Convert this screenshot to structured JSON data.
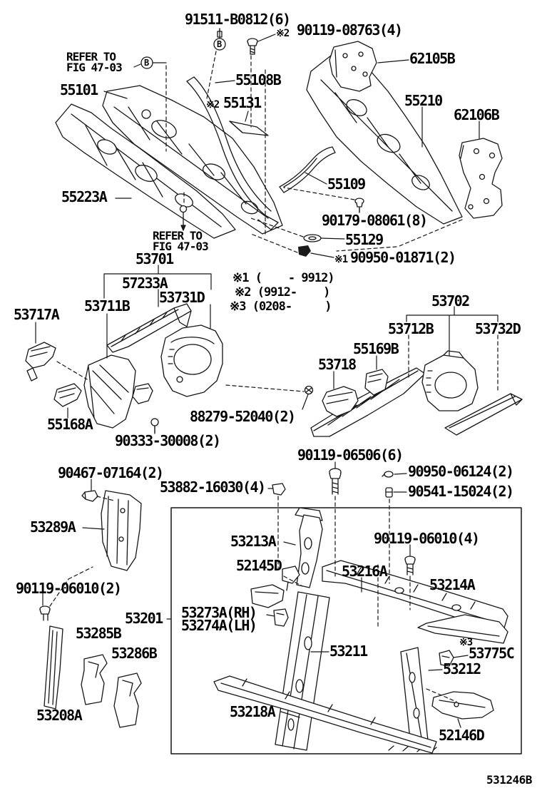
{
  "figure_code": "531246B",
  "callouts": {
    "b": "B"
  },
  "refer": {
    "line1": "REFER TO",
    "line2": "FIG 47-03"
  },
  "legend": {
    "item1": "※1 (    - 9912)",
    "item2": "※2 (9912-    )",
    "item3": "※3 (0208-     )"
  },
  "symbols": {
    "s1": "※1",
    "s2": "※2",
    "s3": "※3"
  },
  "labels": {
    "l91511": "91511-B0812(6)",
    "l90119_08763": "90119-08763(4)",
    "l55101": "55101",
    "l55108B": "55108B",
    "l55131": "55131",
    "l62105B": "62105B",
    "l55210": "55210",
    "l62106B": "62106B",
    "l55223A": "55223A",
    "l55109": "55109",
    "l90179": "90179-08061(8)",
    "l55129": "55129",
    "l90950_01871": "90950-01871(2)",
    "l53701": "53701",
    "l57233A": "57233A",
    "l53731D": "53731D",
    "l53711B": "53711B",
    "l53717A": "53717A",
    "l55168A": "55168A",
    "l90333": "90333-30008(2)",
    "l88279": "88279-52040(2)",
    "l53702": "53702",
    "l53712B": "53712B",
    "l53732D": "53732D",
    "l55169B": "55169B",
    "l53718": "53718",
    "l90119_06506": "90119-06506(6)",
    "l90950_06124": "90950-06124(2)",
    "l90541": "90541-15024(2)",
    "l90467": "90467-07164(2)",
    "l53882": "53882-16030(4)",
    "l53289A": "53289A",
    "l53213A": "53213A",
    "l52145D": "52145D",
    "l90119_06010_4": "90119-06010(4)",
    "l53216A": "53216A",
    "l53214A": "53214A",
    "l90119_06010_2": "90119-06010(2)",
    "l53201": "53201",
    "l53273A": "53273A(RH)",
    "l53274A": "53274A(LH)",
    "l53285B": "53285B",
    "l53286B": "53286B",
    "l53208A": "53208A",
    "l53218A": "53218A",
    "l53211": "53211",
    "l53775C": "53775C",
    "l53212": "53212",
    "l52146D": "52146D"
  }
}
